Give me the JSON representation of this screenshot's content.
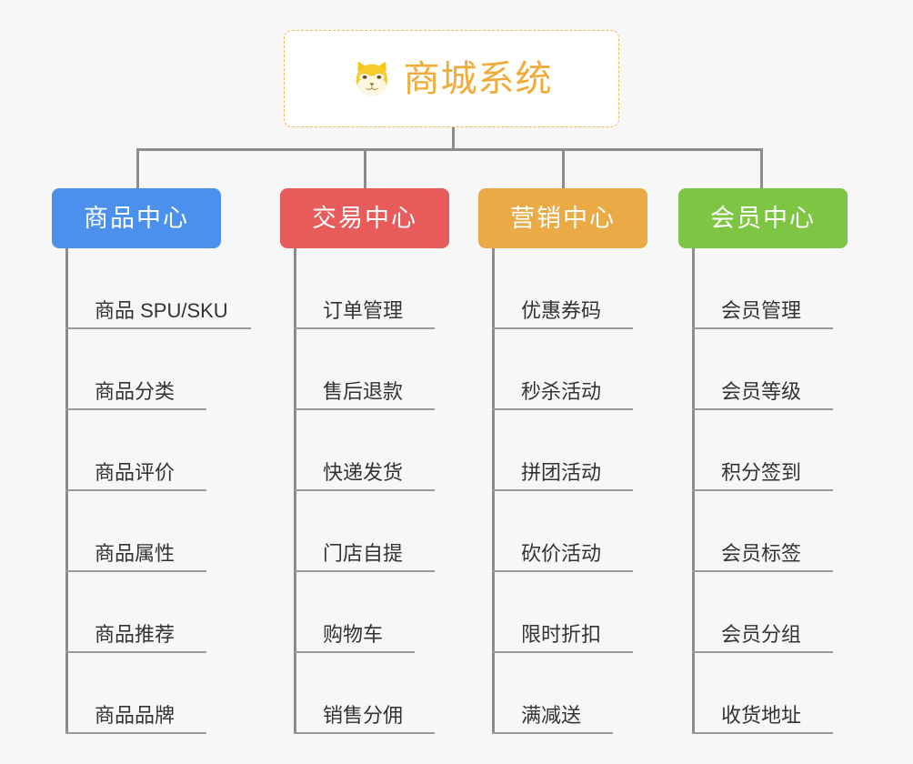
{
  "diagram": {
    "background_color": "#f7f7f7",
    "connector_color": "#8c8c8c",
    "root": {
      "title": "商城系统",
      "icon": "shiba-dog-face-icon",
      "text_color": "#f0ab38",
      "border_color": "#f0b74e",
      "background_color": "#ffffff"
    },
    "categories": [
      {
        "label": "商品中心",
        "color": "#4a90ec",
        "items": [
          {
            "label": "商品 SPU/SKU",
            "underline_width": 204
          },
          {
            "label": "商品分类",
            "underline_width": 155
          },
          {
            "label": "商品评价",
            "underline_width": 155
          },
          {
            "label": "商品属性",
            "underline_width": 155
          },
          {
            "label": "商品推荐",
            "underline_width": 155
          },
          {
            "label": "商品品牌",
            "underline_width": 155
          }
        ]
      },
      {
        "label": "交易中心",
        "color": "#e85b5b",
        "items": [
          {
            "label": "订单管理",
            "underline_width": 155
          },
          {
            "label": "售后退款",
            "underline_width": 155
          },
          {
            "label": "快递发货",
            "underline_width": 155
          },
          {
            "label": "门店自提",
            "underline_width": 155
          },
          {
            "label": "购物车",
            "underline_width": 133
          },
          {
            "label": "销售分佣",
            "underline_width": 155
          }
        ]
      },
      {
        "label": "营销中心",
        "color": "#eaaa46",
        "items": [
          {
            "label": "优惠券码",
            "underline_width": 155
          },
          {
            "label": "秒杀活动",
            "underline_width": 155
          },
          {
            "label": "拼团活动",
            "underline_width": 155
          },
          {
            "label": "砍价活动",
            "underline_width": 155
          },
          {
            "label": "限时折扣",
            "underline_width": 155
          },
          {
            "label": "满减送",
            "underline_width": 133
          }
        ]
      },
      {
        "label": "会员中心",
        "color": "#7dc543",
        "items": [
          {
            "label": "会员管理",
            "underline_width": 155
          },
          {
            "label": "会员等级",
            "underline_width": 155
          },
          {
            "label": "积分签到",
            "underline_width": 155
          },
          {
            "label": "会员标签",
            "underline_width": 155
          },
          {
            "label": "会员分组",
            "underline_width": 155
          },
          {
            "label": "收货地址",
            "underline_width": 155
          }
        ]
      }
    ]
  }
}
